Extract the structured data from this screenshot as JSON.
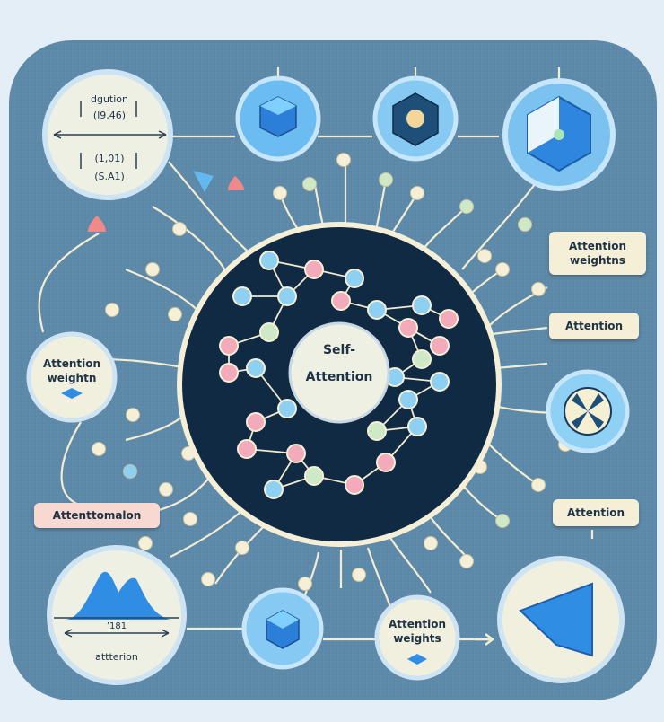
{
  "center": {
    "line1": "Self-",
    "line2": "Attention"
  },
  "top_left_panel": {
    "line1": "dgution",
    "line2": "(l9,46)",
    "line3": "(1,01)",
    "line4": "(S.A1)"
  },
  "left_node": {
    "line1": "Attention",
    "line2": "weightn"
  },
  "left_tag": "Attenttomalon",
  "bottom_left_panel": {
    "line1": "’181",
    "line2": "attterion"
  },
  "bottom_node": {
    "line1": "Attention",
    "line2": "weights"
  },
  "right_tags": {
    "attention_weights": {
      "line1": "Attention",
      "line2": "weightns"
    },
    "attention_mid": "Attention",
    "attention_low": "Attention"
  },
  "colors": {
    "board": "#5d89a8",
    "core": "#102a43",
    "node_blue": "#8dd0f2",
    "node_pink": "#f3aabb",
    "node_green": "#cfe8c6",
    "cream": "#f4efd6",
    "accent_blue": "#2f8de4"
  }
}
